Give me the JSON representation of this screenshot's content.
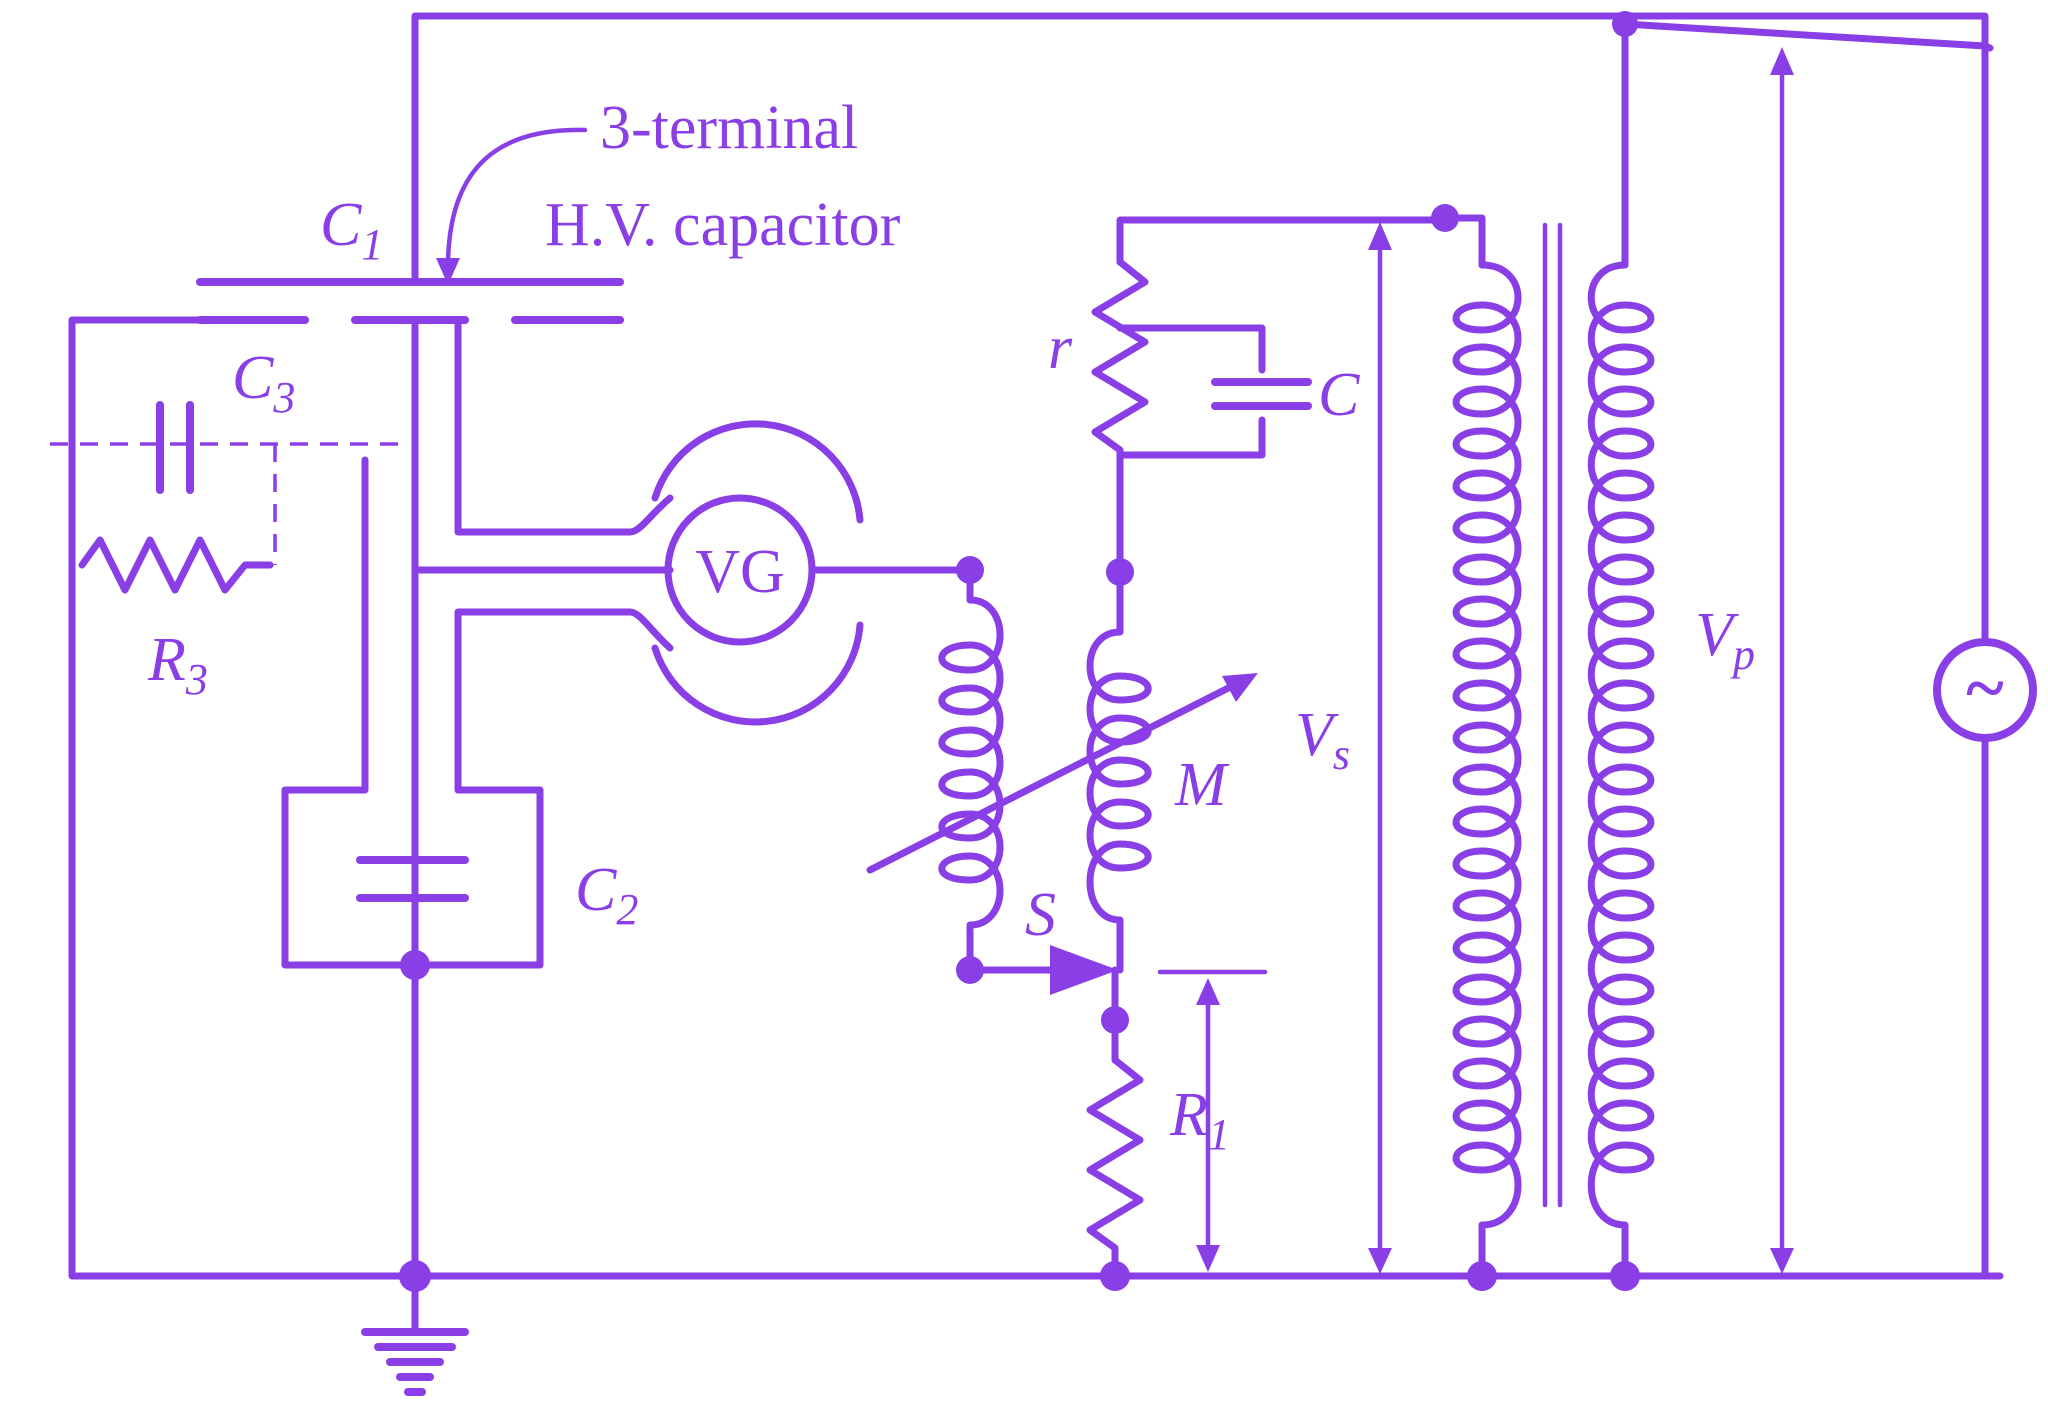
{
  "diagram": {
    "callout": {
      "line1": "3-terminal",
      "line2": "H.V. capacitor"
    },
    "labels": {
      "c1": "C",
      "c1_sub": "1",
      "c2": "C",
      "c2_sub": "2",
      "c3": "C",
      "c3_sub": "3",
      "r3": "R",
      "r3_sub": "3",
      "r1": "R",
      "r1_sub": "1",
      "r": "r",
      "c": "C",
      "m": "M",
      "s": "S",
      "vs": "V",
      "vs_sub": "s",
      "vp": "V",
      "vp_sub": "p",
      "vg": "VG",
      "source": "~"
    },
    "colors": {
      "ink": "#8a3ee6",
      "background": "#ffffff"
    }
  }
}
